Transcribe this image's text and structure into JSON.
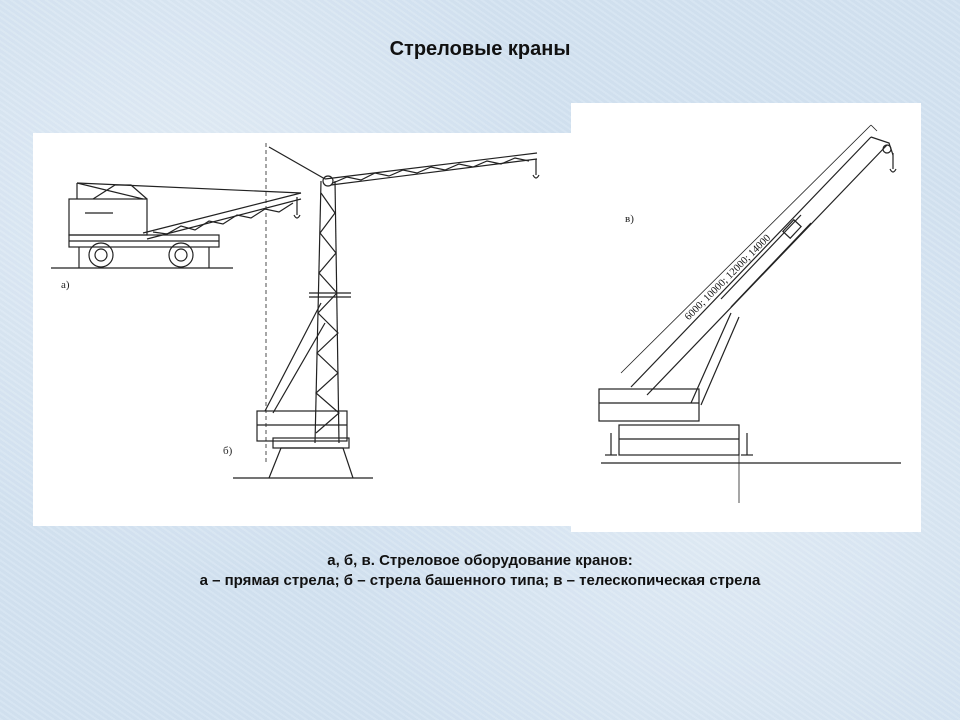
{
  "title": "Стреловые краны",
  "figures": {
    "a_label": "а)",
    "b_label": "б)",
    "v_label": "в)",
    "dimension_label": "6000; 10000; 12000; 14000"
  },
  "caption": {
    "line1": "а, б, в. Стреловое оборудование кранов:",
    "line2": "а – прямая стрела; б – стрела башенного типа; в – телескопическая стрела"
  }
}
